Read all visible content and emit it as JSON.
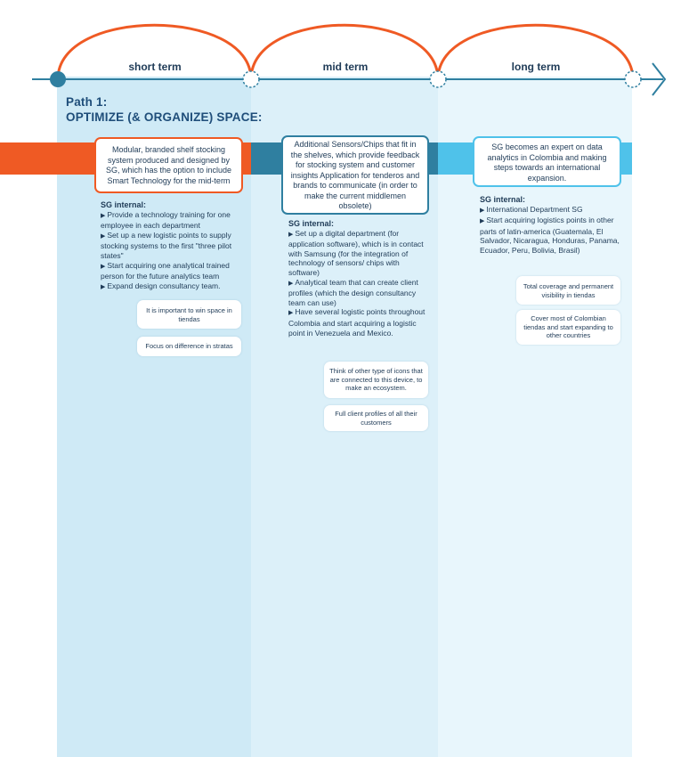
{
  "timeline": {
    "phases": [
      "short term",
      "mid term",
      "long term"
    ],
    "colors": {
      "arc": "#ef5a24",
      "axis": "#2f7fa0",
      "dot": "#2f7fa0"
    }
  },
  "path": {
    "line1": "Path 1:",
    "line2": "OPTIMIZE (& ORGANIZE) SPACE:"
  },
  "cards": {
    "short": "Modular, branded shelf stocking system produced and designed by SG, which has the option to include Smart Technology for the mid-term",
    "mid": "Additional Sensors/Chips that fit in the shelves, which provide feedback for stocking system and customer insights Application for tenderos and brands to communicate (in order to make the current middlemen obsolete)",
    "long": "SG becomes an expert on data analytics in Colombia and making steps towards an international expansion."
  },
  "internal": {
    "short": {
      "head": "SG internal:",
      "items": [
        "Provide a technology training for one employee in each department",
        "Set up a new logistic points to supply stocking systems to the first \"three pilot states\"",
        "Start acquiring one analytical trained person for the future analytics team",
        "Expand design consultancy team."
      ]
    },
    "mid": {
      "head": "SG internal:",
      "items": [
        "Set up a digital department (for application software), which is in contact with Samsung (for the integration of technology of sensors/ chips with software)",
        "Analytical team that can create client profiles (which the design consultancy team can use)",
        "Have several logistic points throughout Colombia and start acquiring a logistic point in Venezuela and Mexico."
      ]
    },
    "long": {
      "head": "SG internal:",
      "items": [
        "International Department SG",
        "Start acquiring logistics points in other parts of latin-america (Guatemala, El Salvador, Nicaragua, Honduras, Panama, Ecuador, Peru, Bolivia, Brasil)"
      ]
    }
  },
  "notes": {
    "n1": "It is important to win space in tiendas",
    "n2": "Focus on difference in stratas",
    "n3": "Think of other type of icons that are connected to this device, to make an ecosystem.",
    "n4": "Full client profiles of all their customers",
    "n5": "Total coverage and permanent visibility in tiendas",
    "n6": "Cover most of Colombian tiendas and start expanding to other countries"
  },
  "icons": {
    "bullet": "right-triangle-bullet-icon",
    "arrow": "arrow-right-icon"
  }
}
